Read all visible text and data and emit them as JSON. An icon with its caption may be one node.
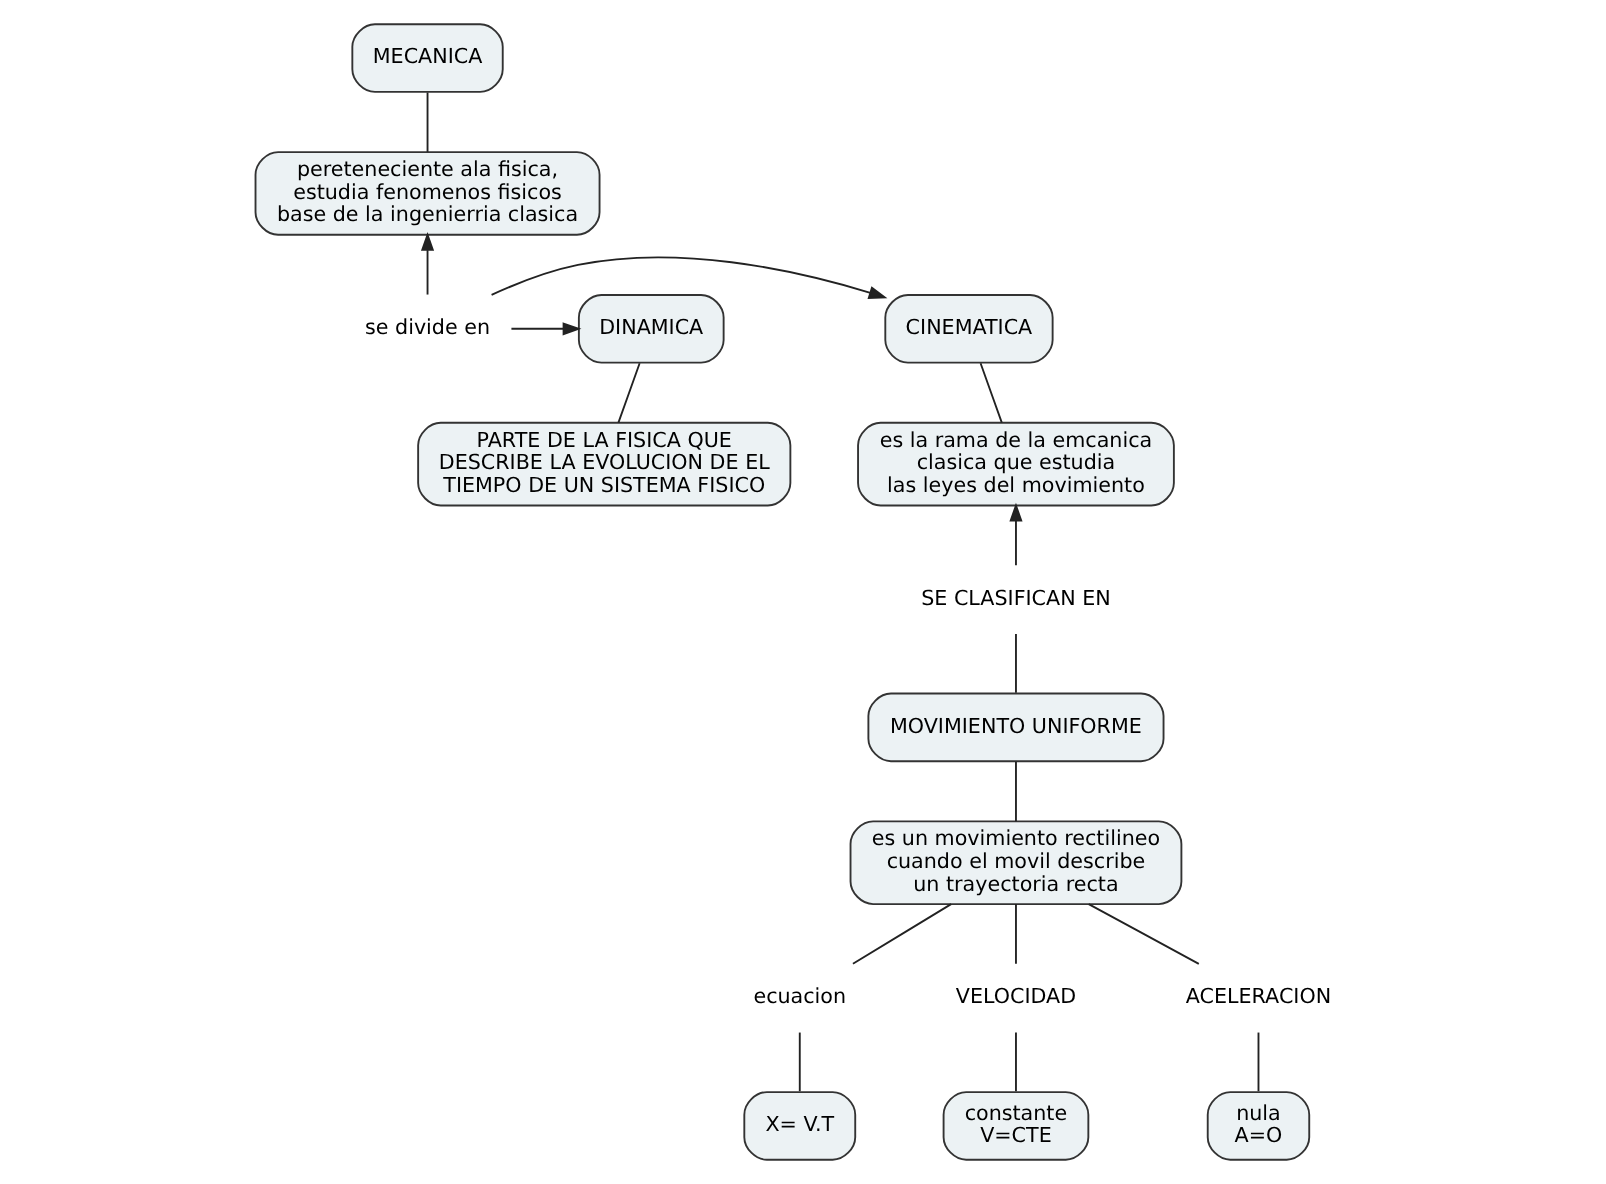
{
  "diagram": {
    "nodes": [
      {
        "text": [
          "MECANICA"
        ]
      },
      {
        "text": [
          "pereteneciente ala fisica, estudia fenomenos fisicos base de la ingenierria clasica"
        ]
      },
      {
        "text": [
          "se divide en"
        ]
      },
      {
        "text": [
          "CINEMATICA"
        ]
      },
      {
        "text": [
          "DINAMICA"
        ]
      },
      {
        "text": [
          "es la rama de la emcanica clasica que estudia las leyes del movimiento"
        ]
      },
      {
        "text": [
          "PARTE DE LA FISICA QUE DESCRIBE LA EVOLUCION DE EL TIEMPO DE UN SISTEMA FISICO"
        ]
      },
      {
        "text": [
          "SE CLASIFICAN EN"
        ]
      },
      {
        "text": [
          "MOVIMIENTO UNIFORME"
        ]
      },
      {
        "text": [
          "es un movimiento rectilineo cuando el movil describe un trayectoria recta"
        ]
      },
      {
        "text": [
          "ecuacion"
        ]
      },
      {
        "text": [
          "VELOCIDAD"
        ]
      },
      {
        "text": [
          "ACELERACION"
        ]
      },
      {
        "text": [
          "X= V.T"
        ]
      },
      {
        "text": [
          "constante V=CTE"
        ]
      },
      {
        "text": [
          "nula A=O"
        ]
      }
    ],
    "edges": [
      {
        "from": 0,
        "to": 1,
        "arrow": "none"
      },
      {
        "from": 2,
        "to": 1,
        "arrow": "to"
      },
      {
        "from": 2,
        "to": 3,
        "arrow": "to"
      },
      {
        "from": 2,
        "to": 4,
        "arrow": "to"
      },
      {
        "from": 3,
        "to": 5,
        "arrow": "none"
      },
      {
        "from": 4,
        "to": 6,
        "arrow": "none"
      },
      {
        "from": 8,
        "to": 7,
        "arrow": "none"
      },
      {
        "from": 7,
        "to": 5,
        "arrow": "to"
      },
      {
        "from": 8,
        "to": 9,
        "arrow": "none"
      },
      {
        "from": 9,
        "to": 10,
        "arrow": "none"
      },
      {
        "from": 9,
        "to": 11,
        "arrow": "none"
      },
      {
        "from": 9,
        "to": 12,
        "arrow": "none"
      },
      {
        "from": 10,
        "to": 13,
        "arrow": "none"
      },
      {
        "from": 11,
        "to": 14,
        "arrow": "none"
      },
      {
        "from": 12,
        "to": 15,
        "arrow": "none"
      }
    ]
  }
}
